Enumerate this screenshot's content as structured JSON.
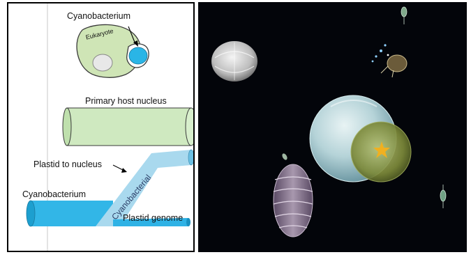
{
  "left_panel": {
    "labels": {
      "cyanobacterium_top": "Cyanobacterium",
      "eukaryote": "Eukaryote",
      "primary_host_nucleus": "Primary host nucleus",
      "plastid_to_nucleus": "Plastid to nucleus",
      "cyanobacterium_bottom": "Cyanobacterium",
      "cyanobacterial": "Cyanobacterial",
      "plastid_genome": "Plastid genome"
    },
    "colors": {
      "eukaryote_cell": "#cfe5b6",
      "cyanobacterium": "#2ab5e6",
      "nucleus_cylinder": "#cfe9c0",
      "cyan_pipe": "#32b6e7",
      "light_pipe": "#a9d9ee"
    }
  },
  "right_panel": {
    "background": "#03050a",
    "organisms": [
      "diatom-cell",
      "large-spherical-cell",
      "dinoflagellate-cell",
      "small-flagellate-cell",
      "tiny-flagellate-top",
      "tiny-flagellate-right",
      "ciliate-cluster"
    ],
    "colors": {
      "large_cell": "#b5d3d8",
      "plastid_overlay": "#7d8a3a",
      "nucleus_star": "#f0b020",
      "dinoflagellate": "#8a7890"
    }
  }
}
